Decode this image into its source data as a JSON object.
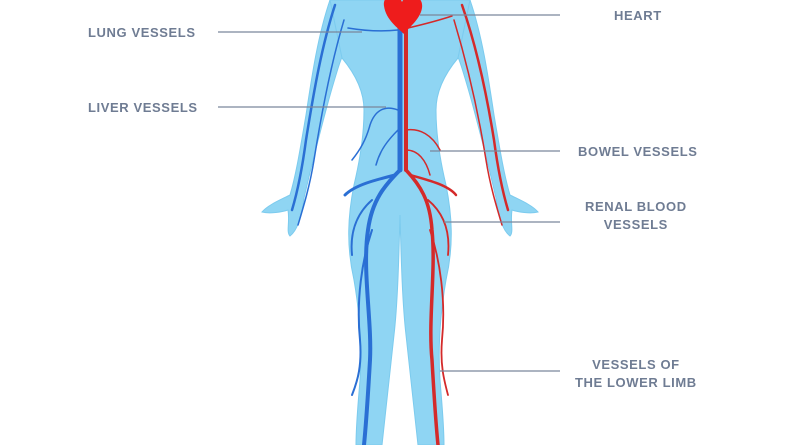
{
  "labels": {
    "lung_vessels": "LUNG VESSELS",
    "liver_vessels": "LIVER VESSELS",
    "heart": "HEART",
    "bowel_vessels": "BOWEL VESSELS",
    "renal_blood_vessels": [
      "RENAL BLOOD",
      "VESSELS"
    ],
    "vessels_lower_limb": [
      "VESSELS OF",
      "THE LOWER LIMB"
    ]
  },
  "colors": {
    "body": "#8fd5f3",
    "body_outline": "#7ccbee",
    "veins": "#2a6fd4",
    "arteries": "#d42a2a",
    "heart": "#ee1c1c",
    "leader_line": "#7a879c",
    "label_text": "#6f7c93"
  }
}
